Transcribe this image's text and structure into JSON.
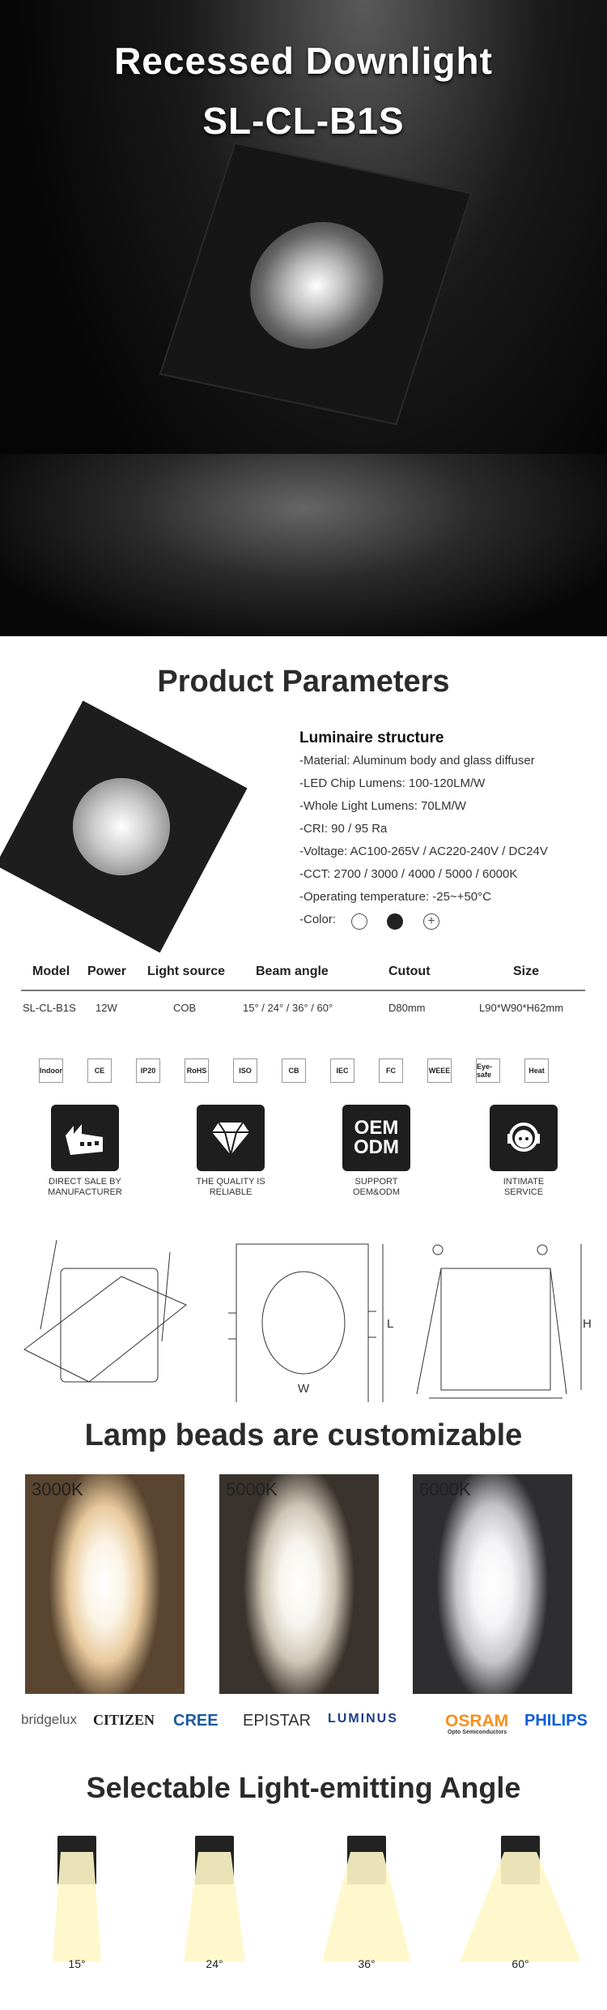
{
  "hero": {
    "title": "Recessed Downlight",
    "model": "SL-CL-B1S"
  },
  "parameters": {
    "title": "Product Parameters",
    "heading": "Luminaire structure",
    "lines": [
      "-Material: Aluminum body and glass diffuser",
      "-LED Chip Lumens: 100-120LM/W",
      "-Whole Light Lumens: 70LM/W",
      "-CRI: 90 / 95 Ra",
      "-Voltage: AC100-265V / AC220-240V / DC24V",
      "-CCT: 2700 / 3000 / 4000 / 5000 / 6000K",
      "-Operating temperature: -25~+50°C"
    ],
    "color_label": "-Color:",
    "colors": [
      "#ffffff",
      "#222222",
      "custom"
    ]
  },
  "table": {
    "headers": [
      "Model",
      "Power",
      "Light source",
      "Beam angle",
      "Cutout",
      "Size"
    ],
    "row": [
      "SL-CL-B1S",
      "12W",
      "COB",
      "15° / 24° / 36° / 60°",
      "D80mm",
      "L90*W90*H62mm"
    ]
  },
  "certs": [
    "Indoor",
    "CE",
    "IP20",
    "RoHS",
    "ISO",
    "CB",
    "IEC",
    "FC",
    "WEEE",
    "Eye-safe",
    "Heat"
  ],
  "features": [
    {
      "icon": "OEM ODM",
      "label": "DIRECT SALE BY MANUFACTURER"
    },
    {
      "label": "THE QUALITY IS RELIABLE"
    },
    {
      "label": "SUPPORT OEM&ODM",
      "icon_lines": [
        "OEM",
        "ODM"
      ]
    },
    {
      "label": "INTIMATE SERVICE"
    }
  ],
  "dimensions": {
    "w": "W",
    "l": "L",
    "h": "H"
  },
  "beads": {
    "title": "Lamp beads are customizable",
    "cct": [
      "3000K",
      "5000K",
      "6000K"
    ]
  },
  "brands": [
    {
      "name": "bridgelux",
      "color": "#555555"
    },
    {
      "name": "CITIZEN",
      "color": "#222222"
    },
    {
      "name": "CREE",
      "color": "#1d5a9c"
    },
    {
      "name": "EPISTAR",
      "color": "#333333"
    },
    {
      "name": "LUMINUS",
      "color": "#1d3f8a"
    },
    {
      "name": "OSRAM",
      "color": "#f7901e",
      "sub": "Opto Semiconductors"
    },
    {
      "name": "PHILIPS",
      "color": "#0b5ed7"
    }
  ],
  "angles": {
    "title": "Selectable Light-emitting Angle",
    "values": [
      "15°",
      "24°",
      "36°",
      "60°"
    ]
  }
}
